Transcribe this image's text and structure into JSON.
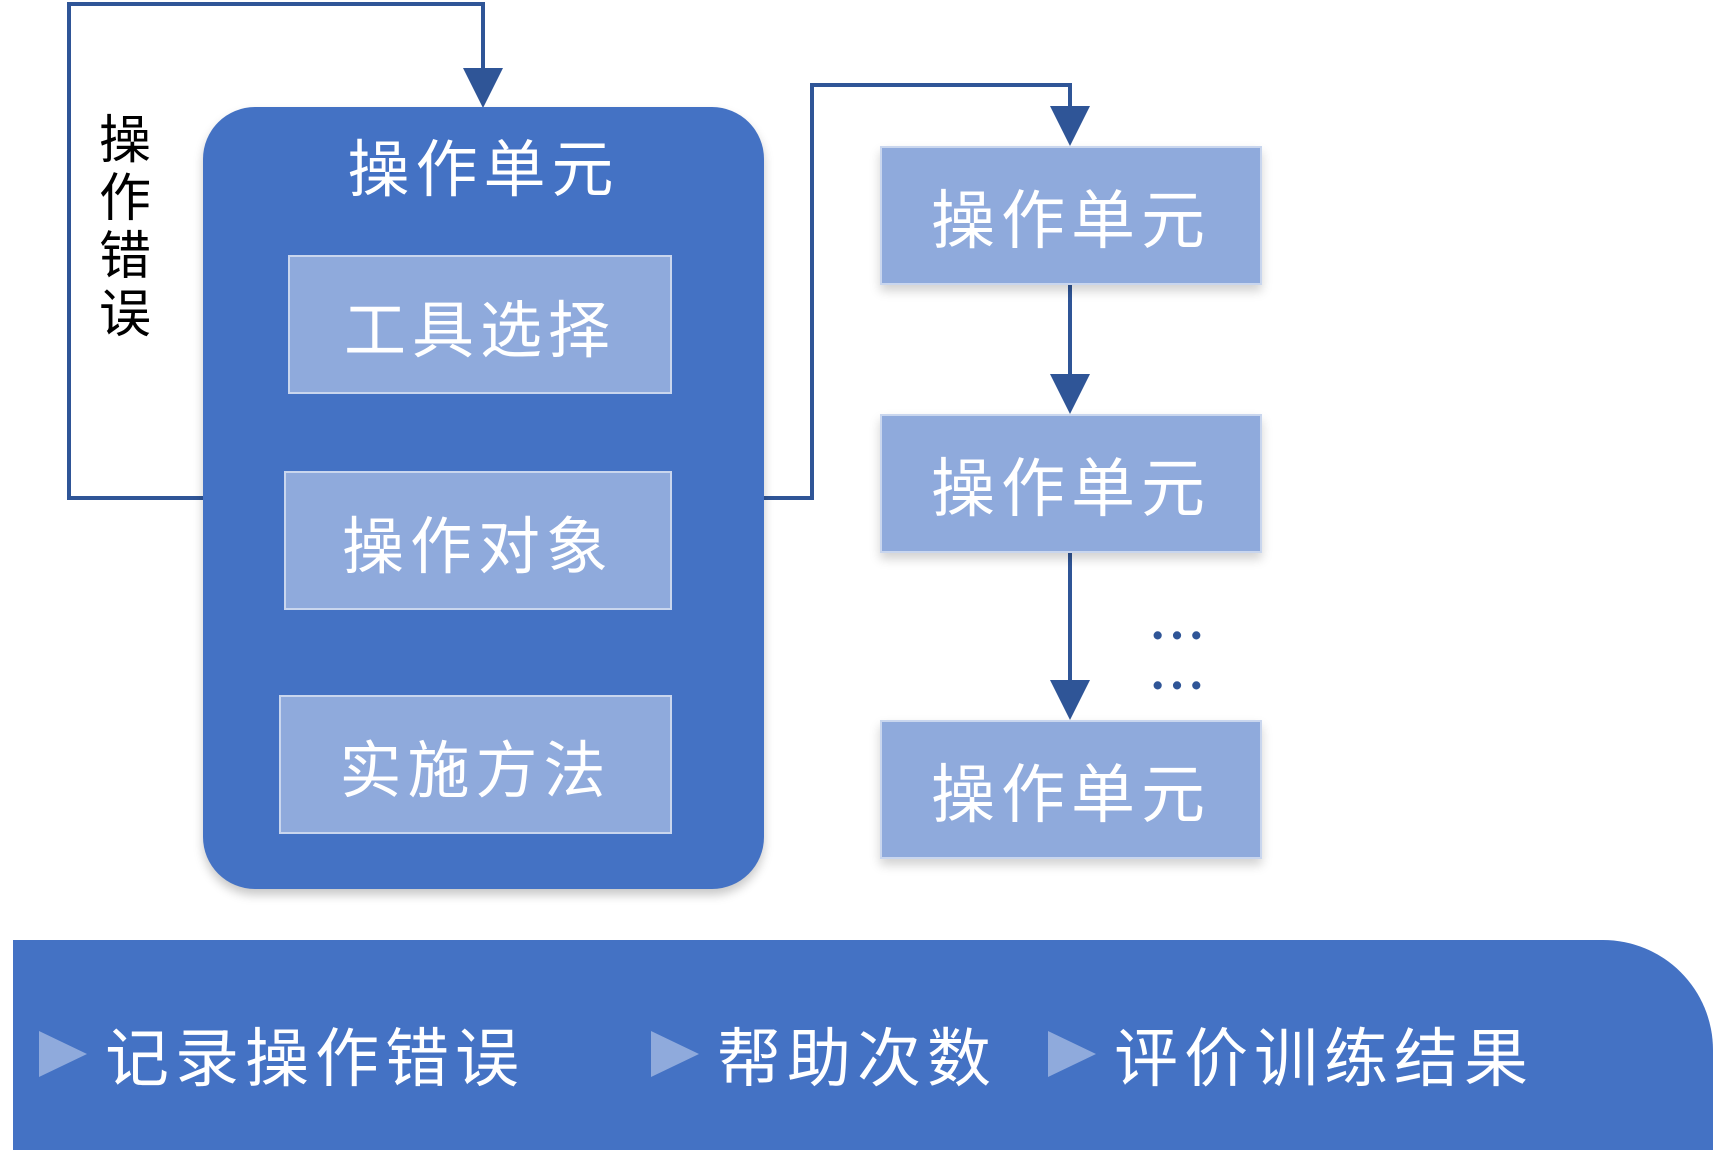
{
  "loop_label": "操作错误",
  "main_unit": {
    "title": "操作单元",
    "components": [
      "工具选择",
      "操作对象",
      "实施方法"
    ]
  },
  "chain_units": [
    "操作单元",
    "操作单元",
    "操作单元"
  ],
  "ellipsis": "... ...",
  "footer": {
    "items": [
      "记录操作错误",
      "帮助次数",
      "评价训练结果"
    ]
  },
  "colors": {
    "primary_blue": "#4472c4",
    "light_blue": "#8faadc",
    "connector": "#2f5597"
  }
}
